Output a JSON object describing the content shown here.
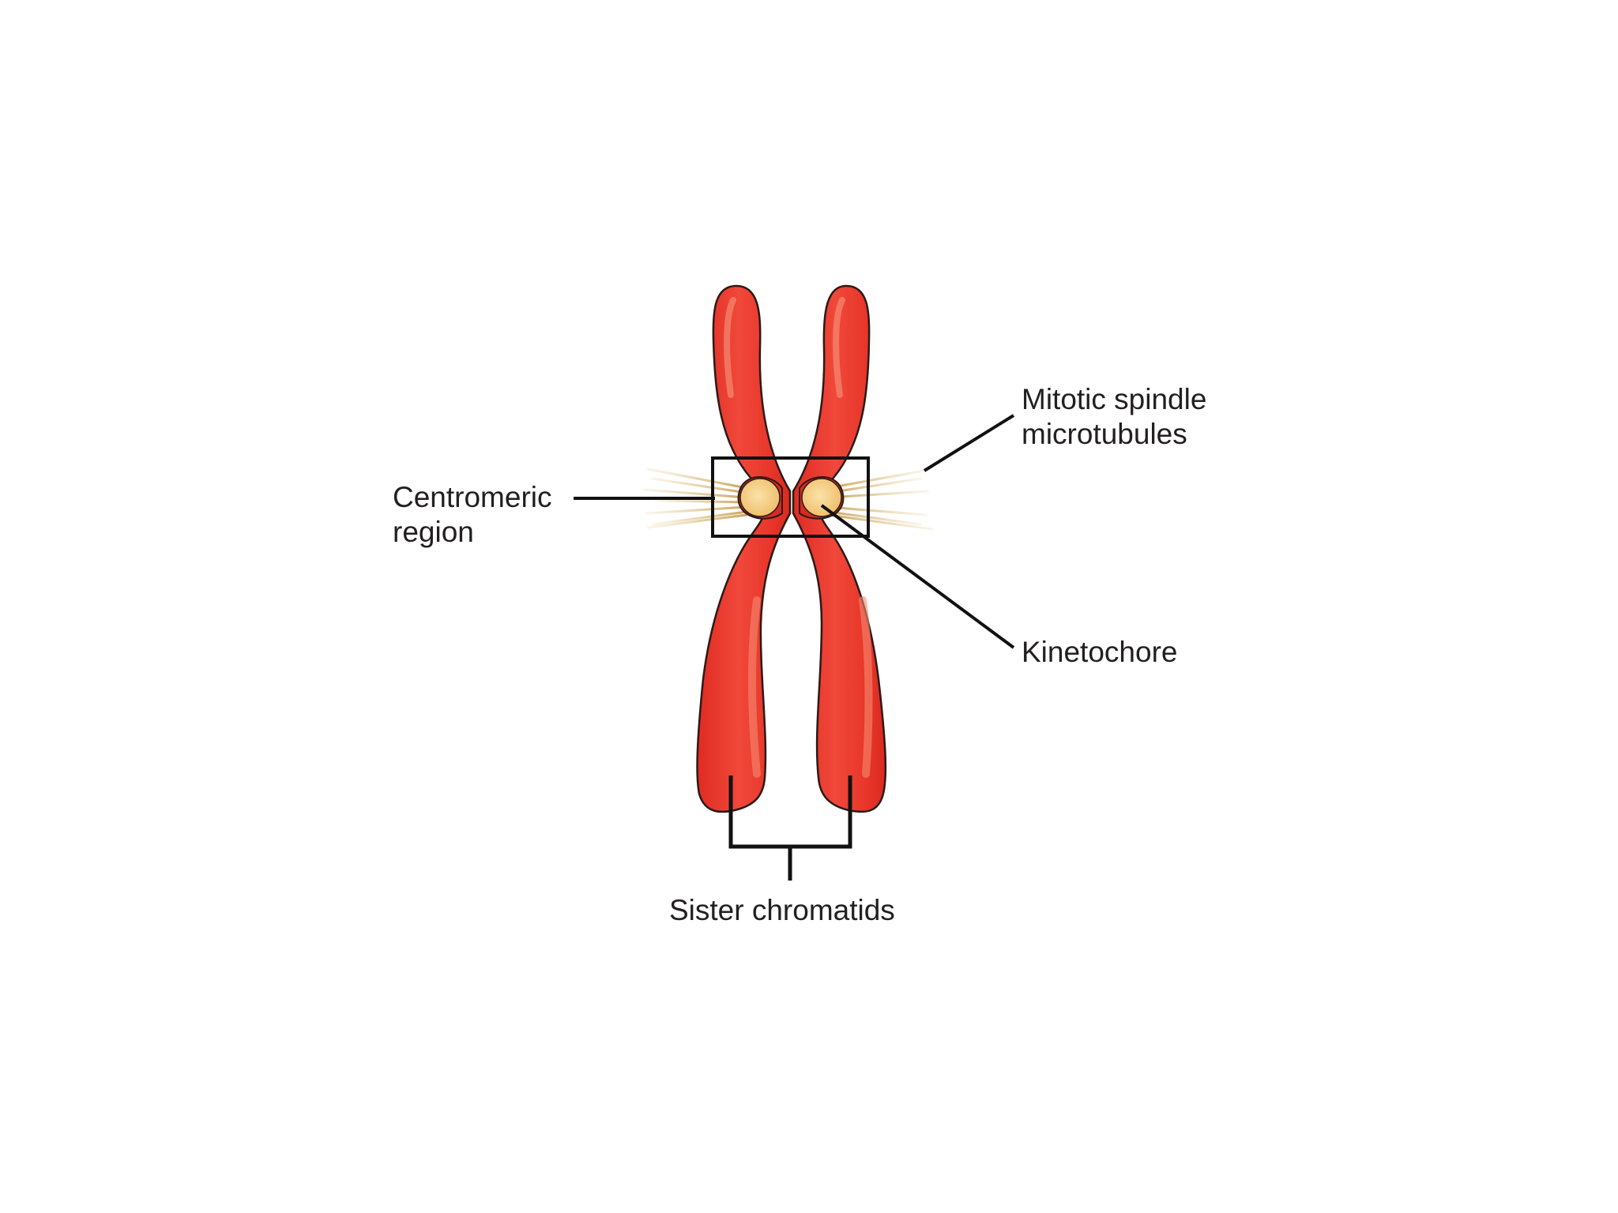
{
  "labels": {
    "centromeric_region": [
      "Centromeric",
      "region"
    ],
    "mitotic_spindle_microtubules": [
      "Mitotic spindle",
      "microtubules"
    ],
    "kinetochore": "Kinetochore",
    "sister_chromatids": "Sister chromatids"
  },
  "colors": {
    "chromatid_fill": "#e8352a",
    "chromatid_highlight": "#f47a5c",
    "chromatid_outline": "#2b1a17",
    "kinetochore_fill": "#f6d08a",
    "microtubule": "#d8b46c",
    "callout_line": "#111111"
  }
}
